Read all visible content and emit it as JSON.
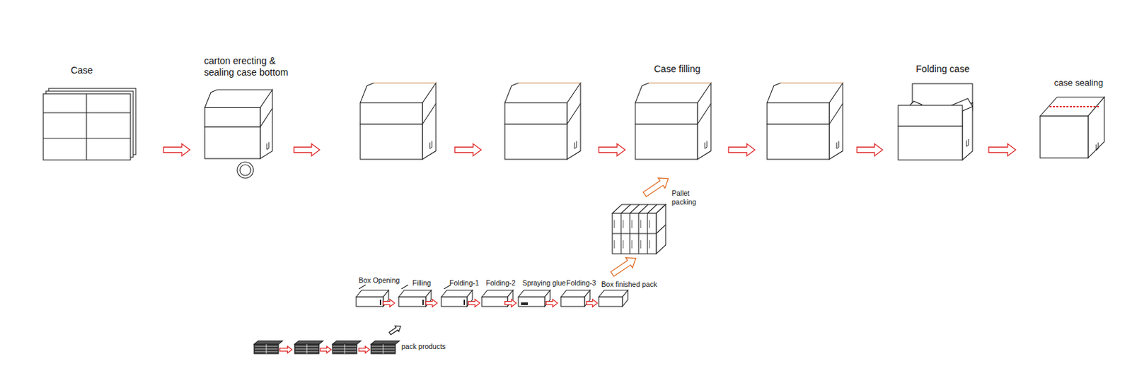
{
  "diagram": {
    "labels": [
      "Case",
      "carton erecting & sealing case bottom",
      "Case filling",
      "Folding case",
      "case sealing",
      "Pallet packing",
      "Box Opening",
      "Filling",
      "Folding-1",
      "Folding-2",
      "Spraying glue",
      "Folding-3",
      "Box finished pack",
      "pack products"
    ]
  }
}
